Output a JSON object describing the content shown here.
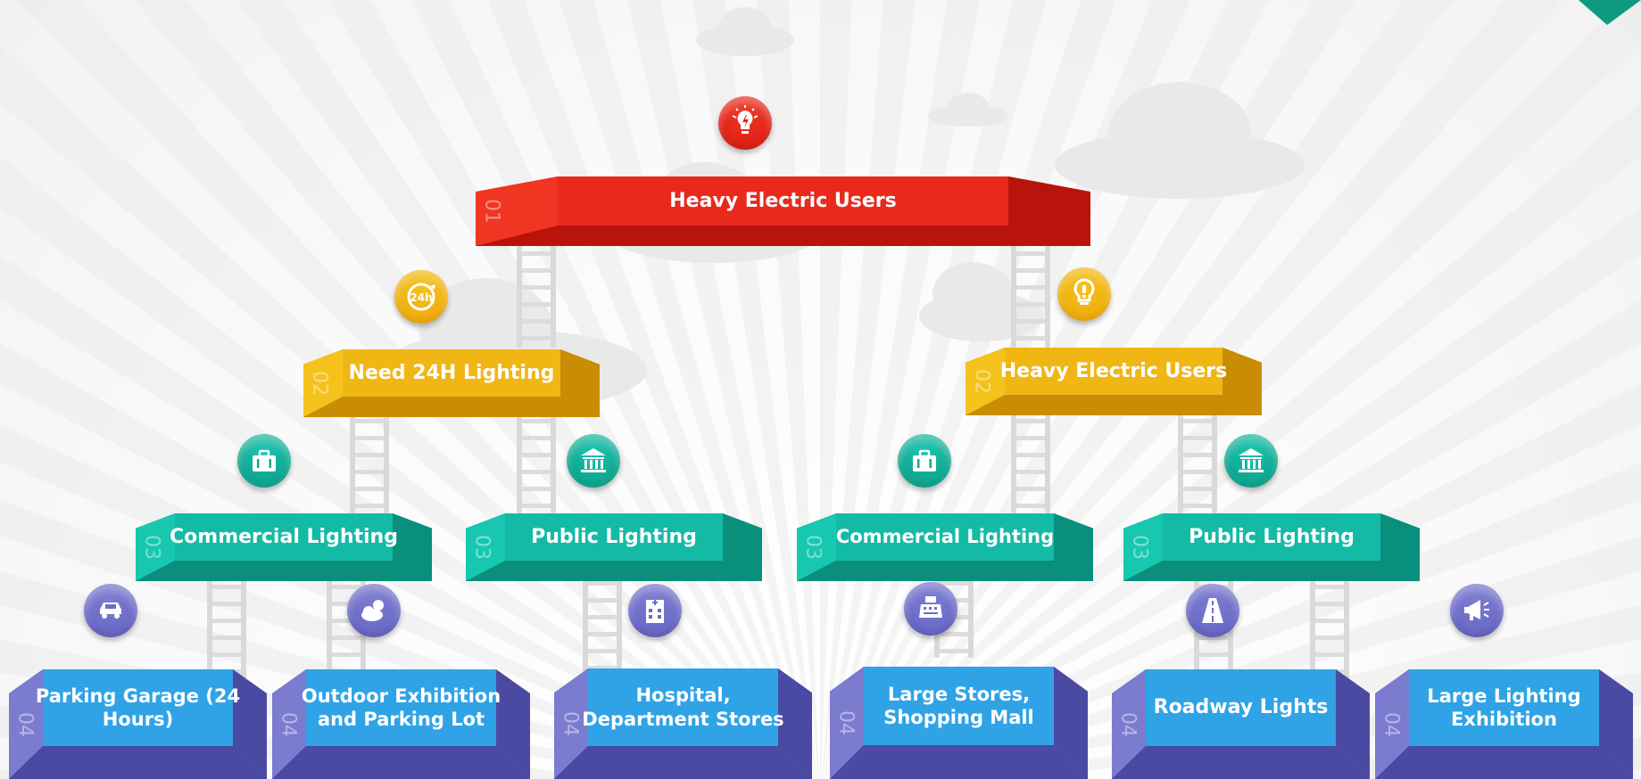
{
  "colors": {
    "red": "#e32a1e",
    "yellow": "#f1b511",
    "teal": "#14b9a5",
    "purple": "#7273c4"
  },
  "levels": [
    {
      "number": "01",
      "title": "Heavy Electric Users",
      "icon": "lightbulb-bolt-icon",
      "color": "red"
    },
    {
      "number": "02",
      "title": "Need 24H Lighting",
      "icon": "24h-icon",
      "color": "yellow"
    },
    {
      "number": "02",
      "title": "Heavy Electric Users",
      "icon": "lightbulb-warning-icon",
      "color": "yellow"
    },
    {
      "number": "03",
      "title": "Commercial Lighting",
      "icon": "briefcase-icon",
      "color": "teal"
    },
    {
      "number": "03",
      "title": "Public Lighting",
      "icon": "bank-icon",
      "color": "teal"
    },
    {
      "number": "03",
      "title": "Commercial Lighting",
      "icon": "briefcase-icon",
      "color": "teal"
    },
    {
      "number": "03",
      "title": "Public Lighting",
      "icon": "bank-icon",
      "color": "teal"
    },
    {
      "number": "04",
      "title": "Parking Garage (24 Hours)",
      "icon": "car-icon",
      "color": "purple"
    },
    {
      "number": "04",
      "title": "Outdoor Exhibition and Parking Lot",
      "icon": "cloud-sun-icon",
      "color": "purple"
    },
    {
      "number": "04",
      "title": "Hospital, Department Stores",
      "icon": "hospital-icon",
      "color": "purple"
    },
    {
      "number": "04",
      "title": "Large Stores, Shopping Mall",
      "icon": "cash-register-icon",
      "color": "purple"
    },
    {
      "number": "04",
      "title": "Roadway Lights",
      "icon": "road-icon",
      "color": "purple"
    },
    {
      "number": "04",
      "title": "Large Lighting Exhibition",
      "icon": "megaphone-icon",
      "color": "purple"
    }
  ]
}
